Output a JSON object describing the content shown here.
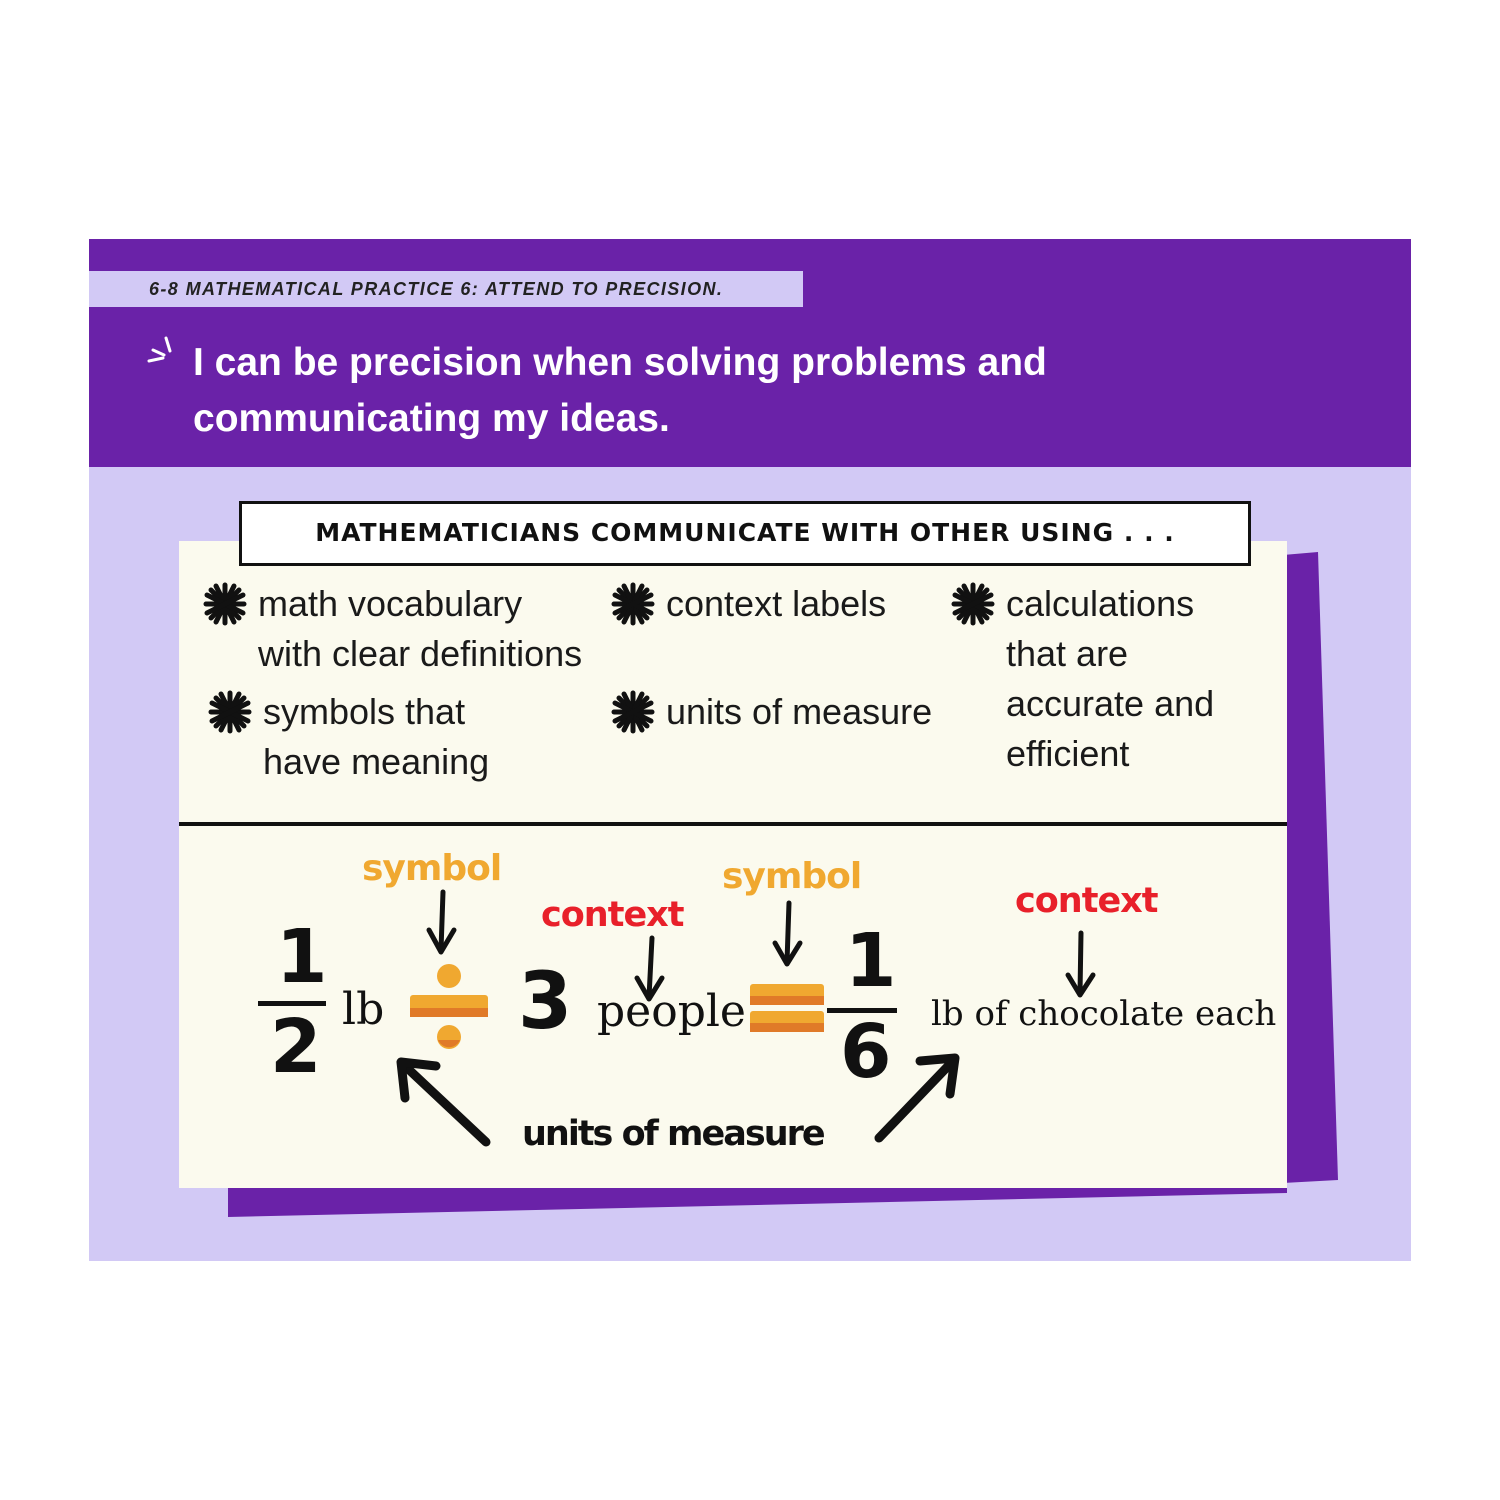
{
  "header": {
    "tag": "6-8 MATHEMATICAL PRACTICE 6: ATTEND TO PRECISION.",
    "headline_line1": "I can be precision when solving problems and",
    "headline_line2": "communicating my ideas."
  },
  "card": {
    "title": "MATHEMATICIANS COMMUNICATE WITH OTHER USING . . .",
    "bullets": [
      {
        "line1": "math vocabulary",
        "line2": "with clear definitions"
      },
      {
        "line1": "symbols that",
        "line2": "have meaning"
      },
      {
        "line1": "context labels"
      },
      {
        "line1": "units of measure"
      },
      {
        "line1": "calculations",
        "line2": "that are",
        "line3": "accurate and",
        "line4": "efficient"
      }
    ]
  },
  "example": {
    "symbol_label": "symbol",
    "context_label": "context",
    "units_label": "units of measure",
    "frac1_num": "1",
    "frac1_den": "2",
    "unit1": "lb",
    "divisor": "3",
    "divisor_context": "people",
    "frac2_num": "1",
    "frac2_den": "6",
    "result_context": "lb of chocolate each"
  },
  "colors": {
    "purple_dark": "#6a22a8",
    "lavender": "#d2c9f5",
    "card": "#fbfaee",
    "symbol_orange": "#f0a830",
    "context_red": "#e8202a"
  },
  "icons": [
    "sparkle-icon",
    "asterisk-bullet-icon",
    "down-arrow-icon",
    "diagonal-arrow-icon",
    "division-sign-icon",
    "equals-sign-icon"
  ]
}
